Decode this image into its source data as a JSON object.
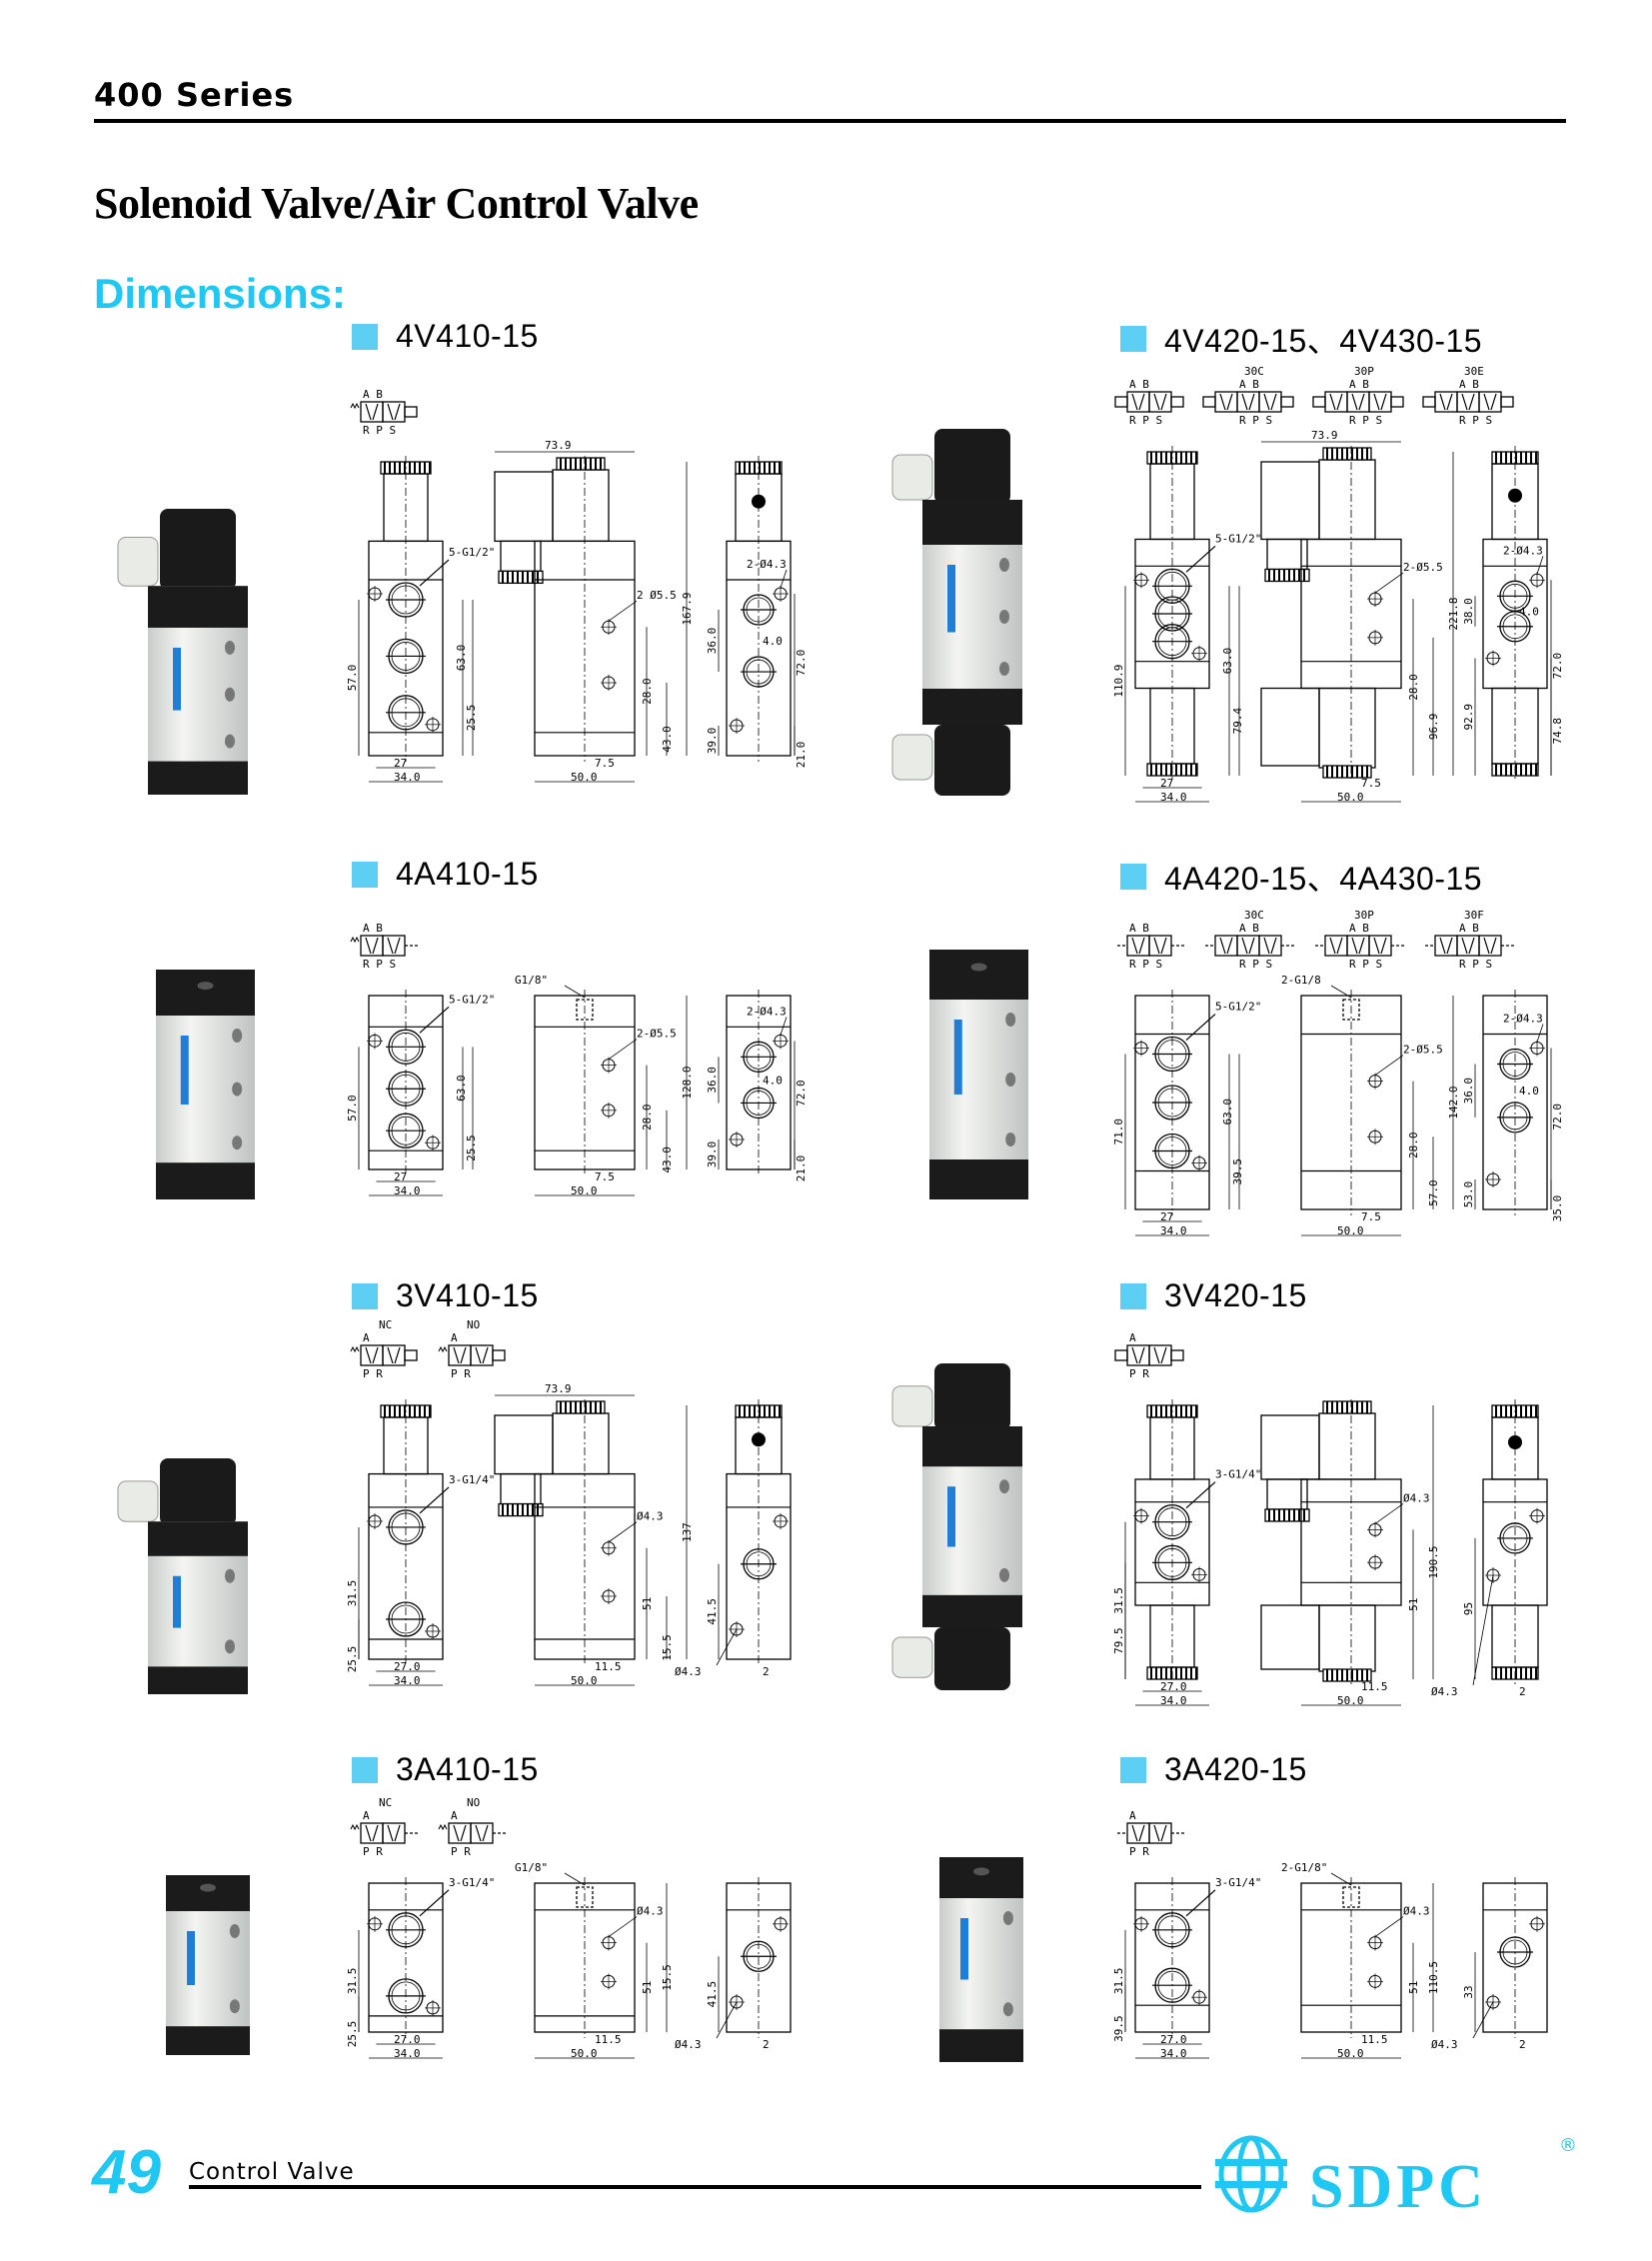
{
  "header": {
    "series": "400 Series",
    "title": "Solenoid Valve/Air Control Valve",
    "dimensions_heading": "Dimensions:"
  },
  "colors": {
    "accent": "#1ec8f2",
    "square": "#5dcff2"
  },
  "sections": [
    {
      "title": "4V410-15",
      "solenoid": true,
      "double": false,
      "ports": 5,
      "symbols": [
        {
          "name": "",
          "top": "A B",
          "bottom": "R P S"
        }
      ],
      "front": {
        "leaders": [
          "5-G1/2\""
        ],
        "v": [
          "63.0",
          "25.5"
        ],
        "vleft": [
          "57.0"
        ],
        "h": [
          "27",
          "34.0"
        ]
      },
      "side": {
        "top": [
          "73.9"
        ],
        "leaders": [
          "2 Ø5.5"
        ],
        "v": [
          "28.0",
          "43.0",
          "167.9"
        ],
        "h": [
          "7.5",
          "50.0"
        ]
      },
      "end": {
        "leaders": [
          "2-Ø4.3"
        ],
        "v": [
          "72.0",
          "21.0"
        ],
        "vleft": [
          "36.0",
          "39.0"
        ],
        "h": [
          "4.0"
        ]
      }
    },
    {
      "title": "4V420-15、4V430-15",
      "solenoid": true,
      "double": true,
      "ports": 5,
      "symbols": [
        {
          "name": "",
          "top": "A B",
          "bottom": "R P S"
        },
        {
          "name": "30C",
          "top": "A B",
          "bottom": "R P S"
        },
        {
          "name": "30P",
          "top": "A B",
          "bottom": "R P S"
        },
        {
          "name": "30E",
          "top": "A B",
          "bottom": "R P S"
        }
      ],
      "front": {
        "leaders": [
          "5-G1/2\""
        ],
        "v": [
          "63.0",
          "79.4"
        ],
        "vleft": [
          "110.9"
        ],
        "h": [
          "27",
          "34.0"
        ]
      },
      "side": {
        "top": [
          "73.9"
        ],
        "leaders": [
          "2-Ø5.5"
        ],
        "v": [
          "28.0",
          "96.9",
          "221.8"
        ],
        "h": [
          "7.5",
          "50.0"
        ]
      },
      "end": {
        "leaders": [
          "2-Ø4.3"
        ],
        "v": [
          "72.0",
          "74.8"
        ],
        "vleft": [
          "38.0",
          "92.9"
        ],
        "h": [
          "4.0"
        ]
      }
    },
    {
      "title": "4A410-15",
      "solenoid": false,
      "double": false,
      "ports": 5,
      "symbols": [
        {
          "name": "",
          "top": "A B",
          "bottom": "R P S"
        }
      ],
      "front": {
        "leaders": [
          "5-G1/2\""
        ],
        "v": [
          "63.0",
          "25.5"
        ],
        "vleft": [
          "57.0"
        ],
        "h": [
          "27",
          "34.0"
        ]
      },
      "side": {
        "top": [],
        "leaders": [
          "G1/8\"",
          "2-Ø5.5"
        ],
        "v": [
          "28.0",
          "43.0",
          "128.0"
        ],
        "h": [
          "7.5",
          "50.0"
        ]
      },
      "end": {
        "leaders": [
          "2-Ø4.3"
        ],
        "v": [
          "72.0",
          "21.0"
        ],
        "vleft": [
          "36.0",
          "39.0"
        ],
        "h": [
          "4.0"
        ]
      }
    },
    {
      "title": "4A420-15、4A430-15",
      "solenoid": false,
      "double": true,
      "ports": 5,
      "symbols": [
        {
          "name": "",
          "top": "A B",
          "bottom": "R P S"
        },
        {
          "name": "30C",
          "top": "A B",
          "bottom": "R P S"
        },
        {
          "name": "30P",
          "top": "A B",
          "bottom": "R P S"
        },
        {
          "name": "30F",
          "top": "A B",
          "bottom": "R P S"
        }
      ],
      "front": {
        "leaders": [
          "5-G1/2\""
        ],
        "v": [
          "63.0",
          "39.5"
        ],
        "vleft": [
          "71.0"
        ],
        "h": [
          "27",
          "34.0"
        ]
      },
      "side": {
        "top": [],
        "leaders": [
          "2-G1/8",
          "2-Ø5.5"
        ],
        "v": [
          "28.0",
          "57.0",
          "142.0"
        ],
        "h": [
          "7.5",
          "50.0"
        ]
      },
      "end": {
        "leaders": [
          "2-Ø4.3"
        ],
        "v": [
          "72.0",
          "35.0"
        ],
        "vleft": [
          "36.0",
          "53.0"
        ],
        "h": [
          "4.0"
        ]
      }
    },
    {
      "title": "3V410-15",
      "solenoid": true,
      "double": false,
      "ports": 3,
      "symbols": [
        {
          "name": "NC",
          "top": "A",
          "bottom": "P R"
        },
        {
          "name": "NO",
          "top": "A",
          "bottom": "P R"
        }
      ],
      "front": {
        "leaders": [
          "3-G1/4\""
        ],
        "v": [],
        "vleft": [
          "31.5",
          "25.5"
        ],
        "h": [
          "27.0",
          "34.0"
        ]
      },
      "side": {
        "top": [
          "73.9"
        ],
        "leaders": [
          "Ø4.3"
        ],
        "v": [
          "51",
          "15.5",
          "137"
        ],
        "h": [
          "11.5",
          "50.0"
        ]
      },
      "end": {
        "leaders": [
          "Ø4.3"
        ],
        "v": [],
        "vleft": [
          "41.5"
        ],
        "h": [
          "2"
        ]
      }
    },
    {
      "title": "3V420-15",
      "solenoid": true,
      "double": true,
      "ports": 3,
      "symbols": [
        {
          "name": "",
          "top": "A",
          "bottom": "P R"
        }
      ],
      "front": {
        "leaders": [
          "3-G1/4\""
        ],
        "v": [],
        "vleft": [
          "31.5",
          "79.5"
        ],
        "h": [
          "27.0",
          "34.0"
        ]
      },
      "side": {
        "top": [],
        "leaders": [
          "Ø4.3"
        ],
        "v": [
          "51",
          "190.5"
        ],
        "h": [
          "11.5",
          "50.0"
        ]
      },
      "end": {
        "leaders": [
          "Ø4.3"
        ],
        "v": [],
        "vleft": [
          "95"
        ],
        "h": [
          "2"
        ]
      }
    },
    {
      "title": "3A410-15",
      "solenoid": false,
      "double": false,
      "ports": 3,
      "symbols": [
        {
          "name": "NC",
          "top": "A",
          "bottom": "P R"
        },
        {
          "name": "NO",
          "top": "A",
          "bottom": "P R"
        }
      ],
      "front": {
        "leaders": [
          "3-G1/4\""
        ],
        "v": [],
        "vleft": [
          "31.5",
          "25.5"
        ],
        "h": [
          "27.0",
          "34.0"
        ]
      },
      "side": {
        "top": [],
        "leaders": [
          "G1/8\"",
          "Ø4.3"
        ],
        "v": [
          "51",
          "15.5"
        ],
        "h": [
          "11.5",
          "50.0"
        ]
      },
      "end": {
        "leaders": [
          "Ø4.3"
        ],
        "v": [],
        "vleft": [
          "41.5"
        ],
        "h": [
          "2"
        ]
      }
    },
    {
      "title": "3A420-15",
      "solenoid": false,
      "double": true,
      "ports": 3,
      "symbols": [
        {
          "name": "",
          "top": "A",
          "bottom": "P R"
        }
      ],
      "front": {
        "leaders": [
          "3-G1/4\""
        ],
        "v": [],
        "vleft": [
          "31.5",
          "39.5"
        ],
        "h": [
          "27.0",
          "34.0"
        ]
      },
      "side": {
        "top": [],
        "leaders": [
          "2-G1/8\"",
          "Ø4.3"
        ],
        "v": [
          "51",
          "110.5"
        ],
        "h": [
          "11.5",
          "50.0"
        ]
      },
      "end": {
        "leaders": [
          "Ø4.3"
        ],
        "v": [],
        "vleft": [
          "33"
        ],
        "h": [
          "2"
        ]
      }
    }
  ],
  "footer": {
    "page_number": "49",
    "label": "Control Valve",
    "brand": "SDPC",
    "registered": "®"
  }
}
